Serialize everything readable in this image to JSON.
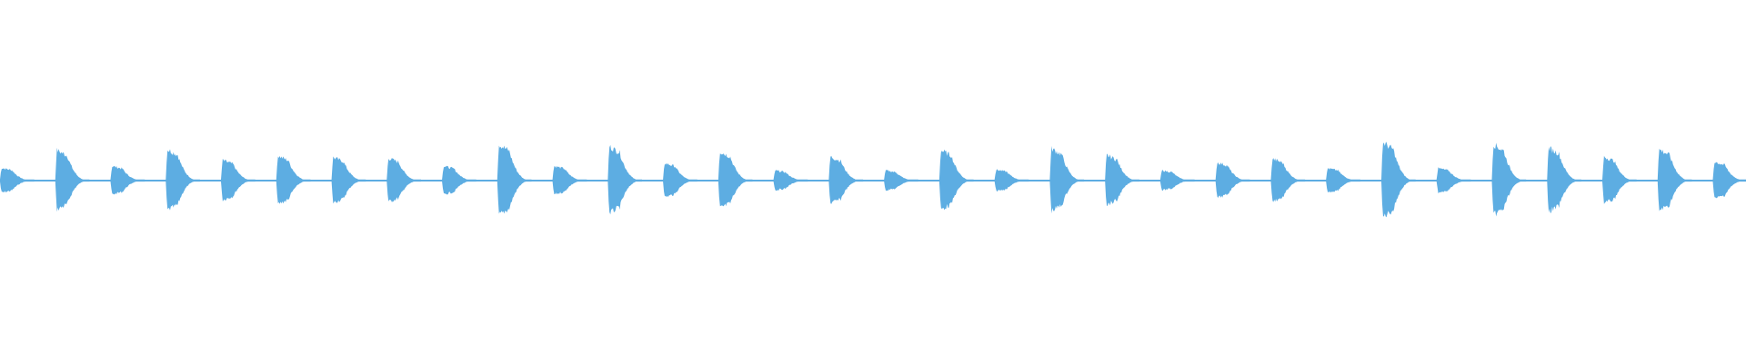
{
  "waveform": {
    "color": "#5dade2",
    "background": "#ffffff",
    "hits": [
      {
        "amp": 0.35
      },
      {
        "amp": 0.84
      },
      {
        "amp": 0.4
      },
      {
        "amp": 0.86
      },
      {
        "amp": 0.56
      },
      {
        "amp": 0.68
      },
      {
        "amp": 0.64
      },
      {
        "amp": 0.62
      },
      {
        "amp": 0.4
      },
      {
        "amp": 1.0
      },
      {
        "amp": 0.4
      },
      {
        "amp": 0.94
      },
      {
        "amp": 0.48
      },
      {
        "amp": 0.8
      },
      {
        "amp": 0.28
      },
      {
        "amp": 0.66
      },
      {
        "amp": 0.28
      },
      {
        "amp": 0.84
      },
      {
        "amp": 0.3
      },
      {
        "amp": 0.88
      },
      {
        "amp": 0.7
      },
      {
        "amp": 0.28
      },
      {
        "amp": 0.5
      },
      {
        "amp": 0.6
      },
      {
        "amp": 0.34
      },
      {
        "amp": 1.05
      },
      {
        "amp": 0.34
      },
      {
        "amp": 1.0
      },
      {
        "amp": 0.9
      },
      {
        "amp": 0.66
      },
      {
        "amp": 0.86
      },
      {
        "amp": 0.52
      }
    ]
  }
}
